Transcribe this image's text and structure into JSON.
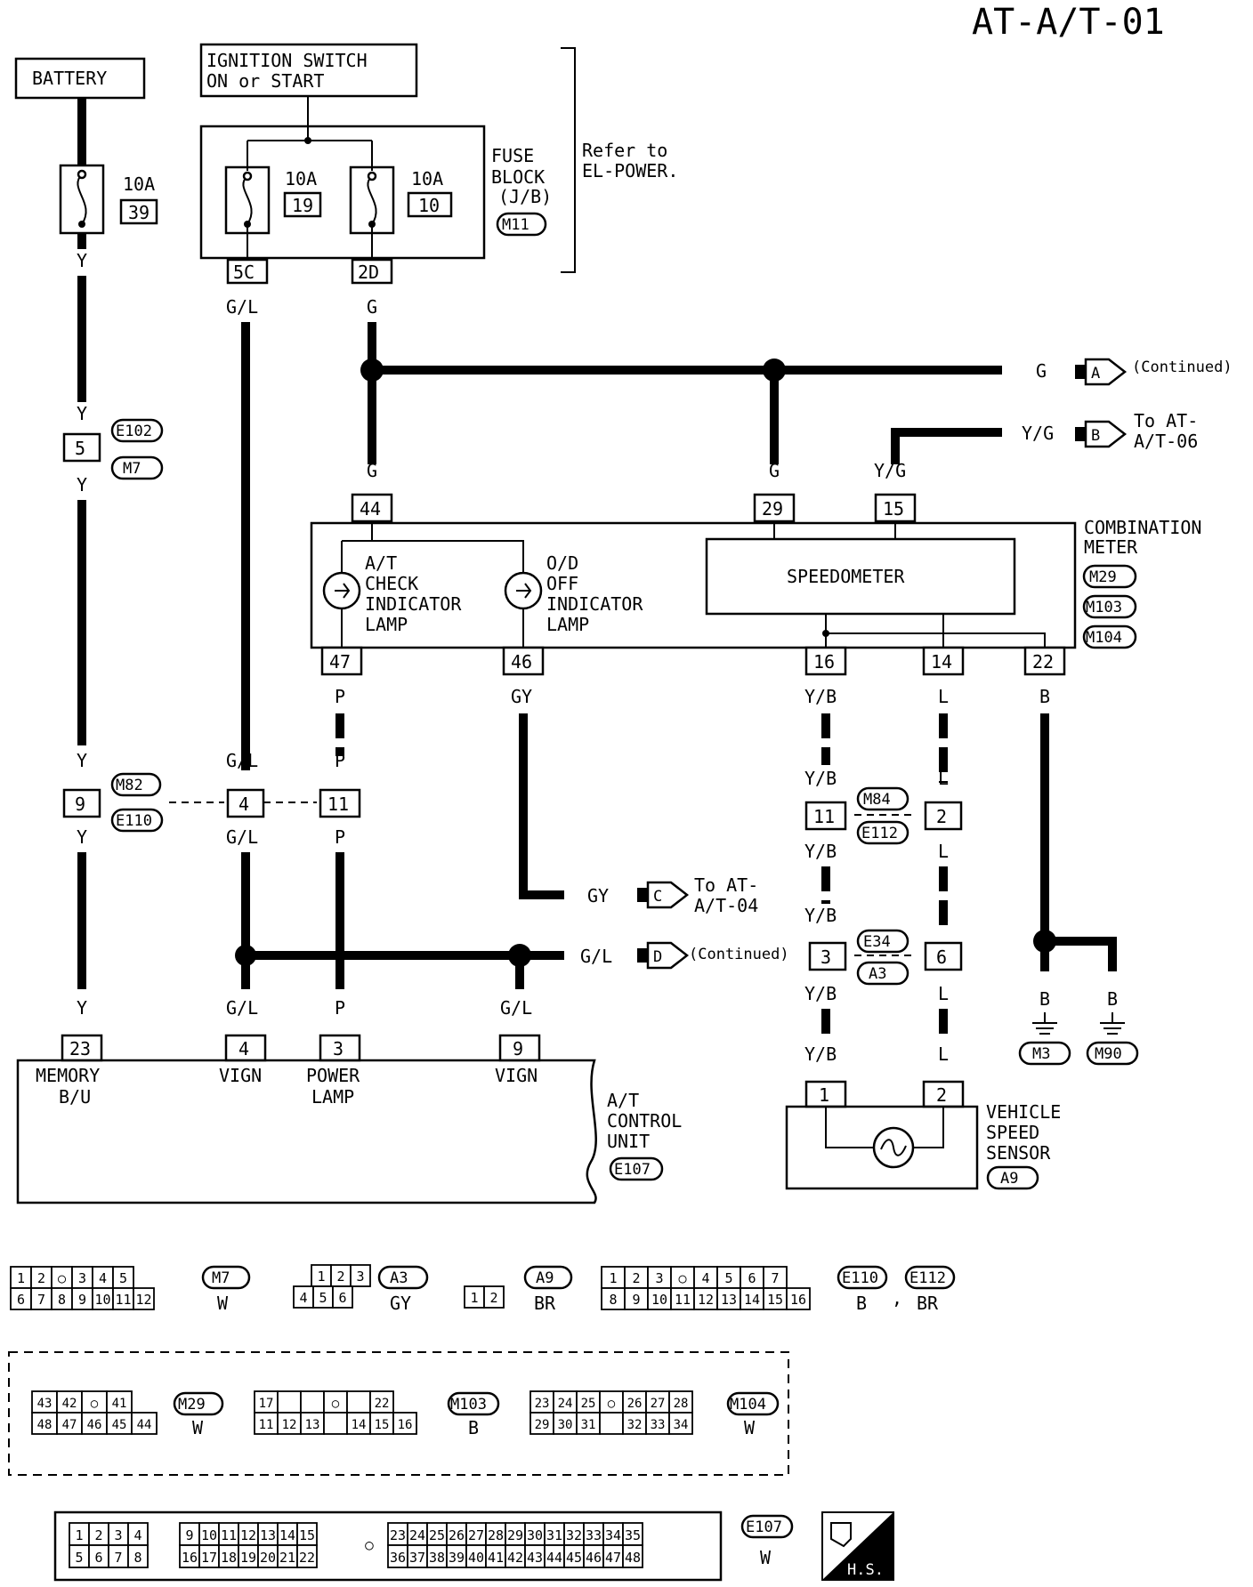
{
  "diagram_id": "AT-A/T-01",
  "battery": "BATTERY",
  "ignition": {
    "line1": "IGNITION SWITCH",
    "line2": "ON or START"
  },
  "fuse39": {
    "amp": "10A",
    "num": "39"
  },
  "fuse19": {
    "amp": "10A",
    "num": "19"
  },
  "fuse10": {
    "amp": "10A",
    "num": "10"
  },
  "fuse_block": {
    "l1": "FUSE",
    "l2": "BLOCK",
    "l3": "(J/B)",
    "conn": "M11"
  },
  "refer": {
    "l1": "Refer to",
    "l2": "EL-POWER."
  },
  "pins": {
    "p5C": "5C",
    "p2D": "2D",
    "p5": "5",
    "p44": "44",
    "p29": "29",
    "p15": "15",
    "p47": "47",
    "p46": "46",
    "p16": "16",
    "p14": "14",
    "p22": "22",
    "p9a": "9",
    "p4a": "4",
    "p11a": "11",
    "p11b": "11",
    "p2a": "2",
    "p3": "3",
    "p6": "6",
    "p23": "23",
    "p4b": "4",
    "p3b": "3",
    "p9b": "9",
    "p1": "1",
    "p2b": "2"
  },
  "wires": {
    "Y": "Y",
    "GL": "G/L",
    "G": "G",
    "YG": "Y/G",
    "P": "P",
    "GY": "GY",
    "YB": "Y/B",
    "L": "L",
    "B": "B"
  },
  "conn": {
    "E102": "E102",
    "M7": "M7",
    "M82": "M82",
    "E110": "E110",
    "M84": "M84",
    "E112": "E112",
    "E34": "E34",
    "A3": "A3",
    "M29": "M29",
    "M103": "M103",
    "M104": "M104",
    "M3": "M3",
    "M90": "M90",
    "E107": "E107",
    "A9": "A9"
  },
  "offpage": {
    "A": "A",
    "A_text": "(Continued)",
    "B": "B",
    "B_text1": "To AT-",
    "B_text2": "A/T-06",
    "C": "C",
    "C_text1": "To AT-",
    "C_text2": "A/T-04",
    "D": "D",
    "D_text": "(Continued)"
  },
  "combination_meter": {
    "l1": "COMBINATION",
    "l2": "METER"
  },
  "speedometer": "SPEEDOMETER",
  "at_check": {
    "l1": "A/T",
    "l2": "CHECK",
    "l3": "INDICATOR",
    "l4": "LAMP"
  },
  "od_off": {
    "l1": "O/D",
    "l2": "OFF",
    "l3": "INDICATOR",
    "l4": "LAMP"
  },
  "tcu": {
    "memory1": "MEMORY",
    "memory2": "B/U",
    "vign": "VIGN",
    "power1": "POWER",
    "power2": "LAMP",
    "vign2": "VIGN",
    "name1": "A/T",
    "name2": "CONTROL",
    "name3": "UNIT"
  },
  "vss": {
    "l1": "VEHICLE",
    "l2": "SPEED",
    "l3": "SENSOR"
  },
  "connector_colors": {
    "M7": "W",
    "A3": "GY",
    "A9": "BR",
    "E110": "B",
    "E112": "BR",
    "M29": "W",
    "M103": "B",
    "M104": "W",
    "E107": "W",
    "sep": ","
  },
  "grids": {
    "m7_top": [
      "1",
      "2",
      "○",
      "3",
      "4",
      "5"
    ],
    "m7_bot": [
      "6",
      "7",
      "8",
      "9",
      "10",
      "11",
      "12"
    ],
    "a3_top": [
      "1",
      "2",
      "3"
    ],
    "a3_bot": [
      "4",
      "5",
      "6"
    ],
    "a9": [
      "1",
      "2"
    ],
    "e110_top": [
      "1",
      "2",
      "3",
      "○",
      "4",
      "5",
      "6",
      "7"
    ],
    "e110_bot": [
      "8",
      "9",
      "10",
      "11",
      "12",
      "13",
      "14",
      "15",
      "16"
    ],
    "m29_top": [
      "43",
      "42",
      "○",
      "41"
    ],
    "m29_bot": [
      "48",
      "47",
      "46",
      "45",
      "44"
    ],
    "m103_top": [
      "17",
      "",
      "",
      "○",
      "",
      "22"
    ],
    "m103_bot": [
      "11",
      "12",
      "13",
      "",
      "14",
      "15",
      "16"
    ],
    "m104_top": [
      "23",
      "24",
      "25",
      "○",
      "26",
      "27",
      "28"
    ],
    "m104_bot": [
      "29",
      "30",
      "31",
      "",
      "32",
      "33",
      "34"
    ],
    "e107_top1": [
      "1",
      "2",
      "3",
      "4"
    ],
    "e107_top2": [
      "9",
      "10",
      "11",
      "12",
      "13",
      "14",
      "15"
    ],
    "e107_top3": [
      "23",
      "24",
      "25",
      "26",
      "27",
      "28",
      "29",
      "30",
      "31",
      "32",
      "33",
      "34",
      "35"
    ],
    "e107_bot1": [
      "5",
      "6",
      "7",
      "8"
    ],
    "e107_bot2": [
      "16",
      "17",
      "18",
      "19",
      "20",
      "21",
      "22"
    ],
    "e107_bot3": [
      "36",
      "37",
      "38",
      "39",
      "40",
      "41",
      "42",
      "43",
      "44",
      "45",
      "46",
      "47",
      "48"
    ],
    "e107_center": "○"
  },
  "hs_label": "H.S."
}
